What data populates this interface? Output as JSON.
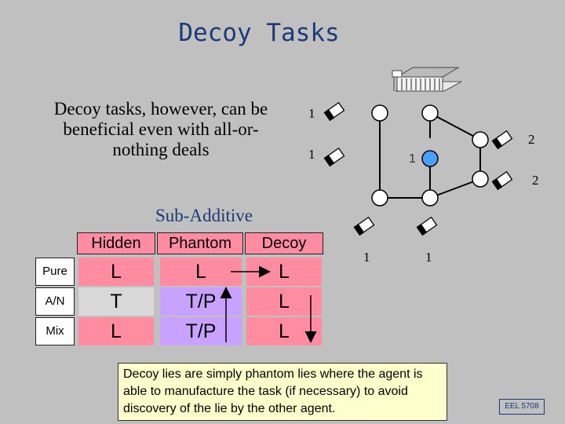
{
  "title": "Decoy Tasks",
  "intro": "Decoy tasks, however, can be beneficial even with all-or-nothing deals",
  "subtitle": "Sub-Additive",
  "table": {
    "headers": [
      "Hidden",
      "Phantom",
      "Decoy"
    ],
    "rows": [
      {
        "label": "Pure",
        "hidden": "L",
        "phantom": "L",
        "decoy": "L"
      },
      {
        "label": "A/N",
        "hidden": "T",
        "phantom": "T/P",
        "decoy": "L"
      },
      {
        "label": "Mix",
        "hidden": "L",
        "phantom": "T/P",
        "decoy": "L"
      }
    ]
  },
  "graph": {
    "labels": {
      "top_left": "1",
      "mid_left": "1",
      "right_top": "2",
      "right_bottom": "2",
      "bottom_left": "1",
      "bottom_right": "1",
      "decoy_node": "1"
    },
    "colors": {
      "decoy_node": "#4aa0ff"
    }
  },
  "note": "Decoy lies are simply phantom lies where the agent is able to manufacture the task (if necessary) to avoid discovery of the lie by the other agent.",
  "badge": "EEL 5708",
  "icons": [
    "building-icon",
    "letter-icon"
  ]
}
